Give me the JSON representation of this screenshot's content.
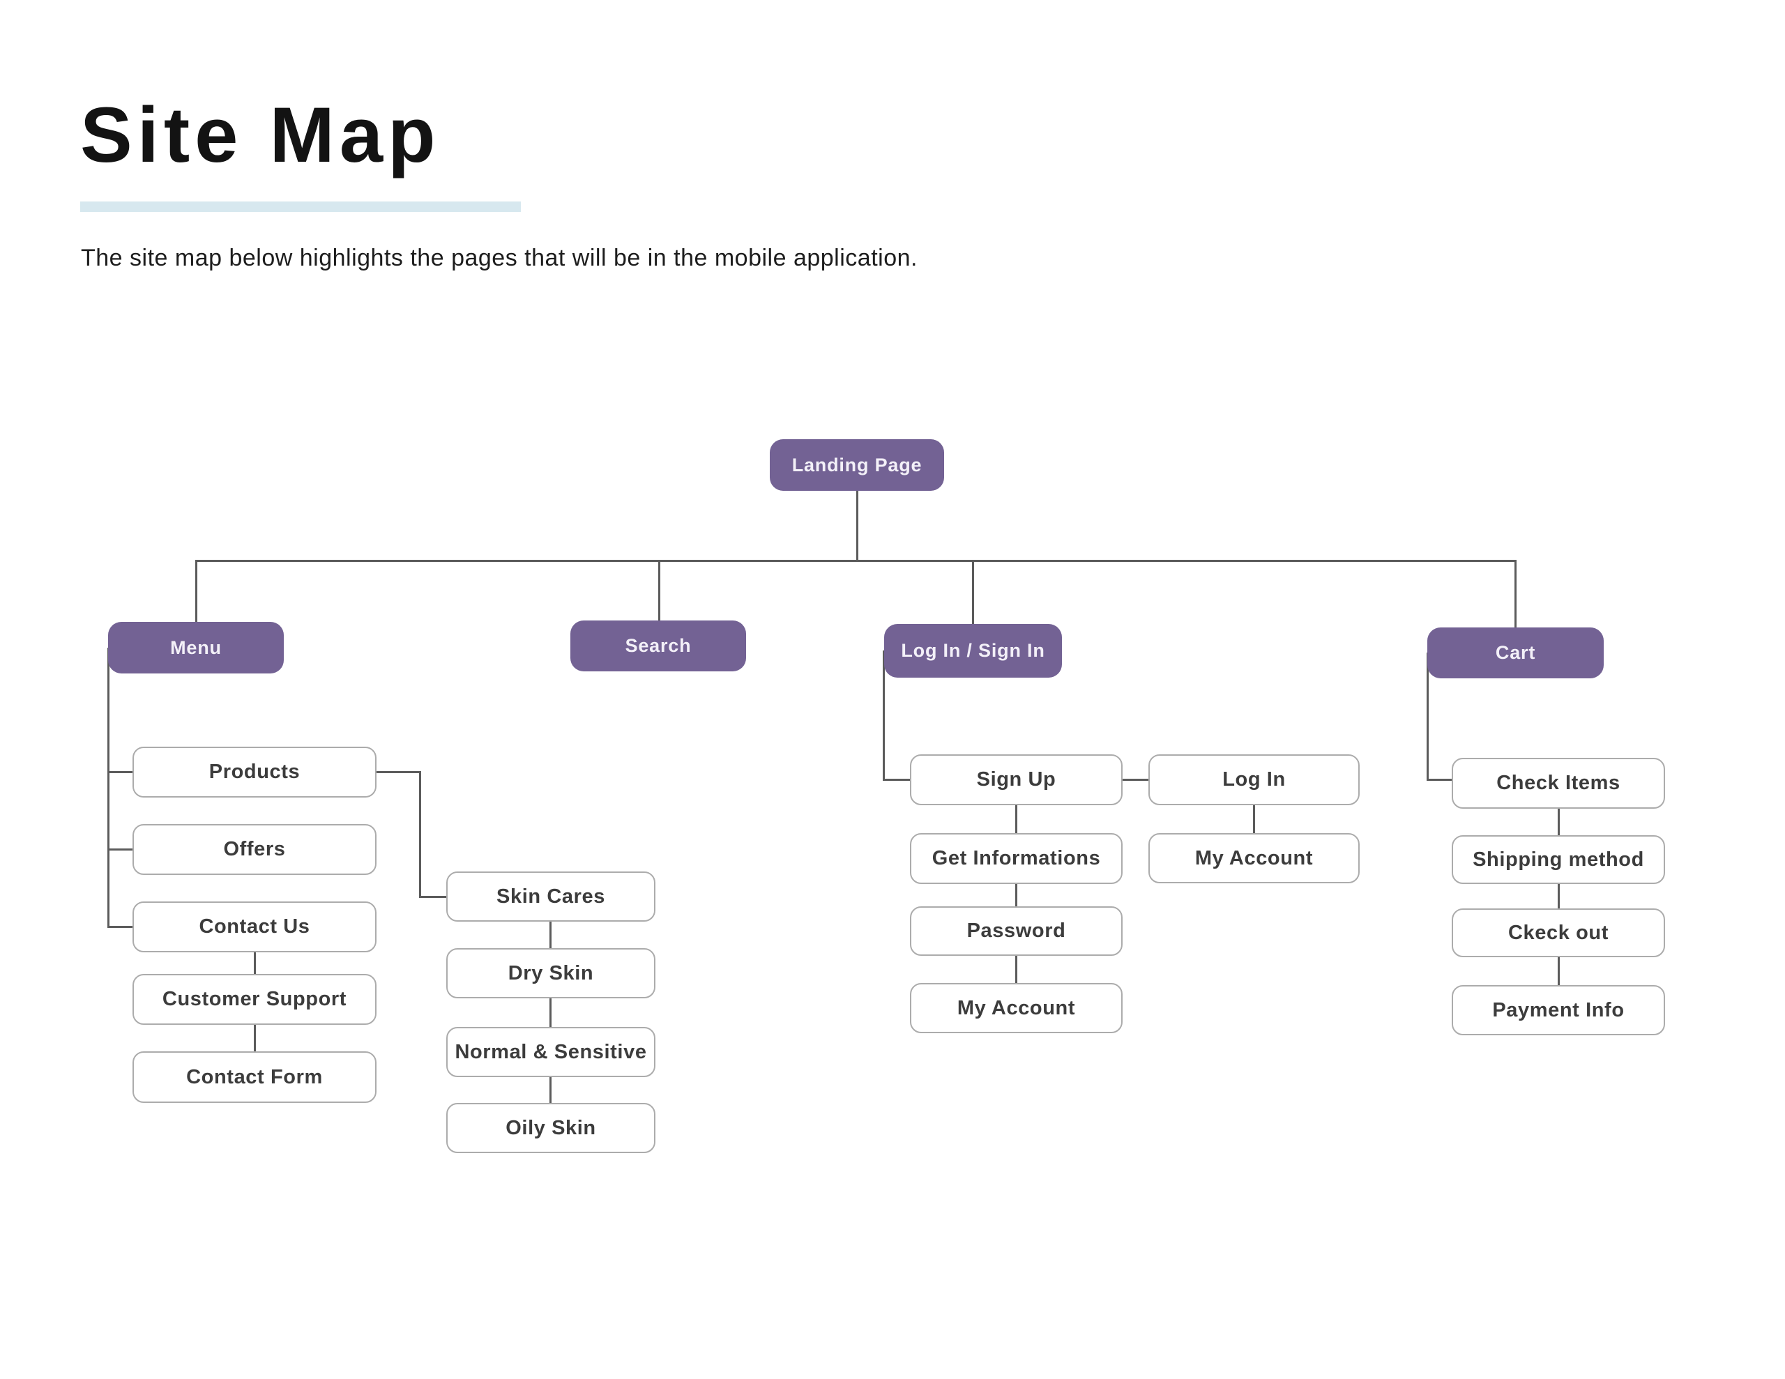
{
  "header": {
    "title": "Site Map",
    "subtitle": "The site map below highlights the pages that will be in the mobile application."
  },
  "colors": {
    "primary_node_fill": "#736294",
    "primary_node_text": "#f3f0f8",
    "child_node_border": "#acacac",
    "child_node_text": "#3c3c3c",
    "connector_line": "#5b5b5b",
    "title_underline": "#d7e8ef"
  },
  "nodes": {
    "landing_page": "Landing Page",
    "menu": "Menu",
    "search": "Search",
    "login_signin": "Log In / Sign In",
    "cart": "Cart",
    "products": "Products",
    "offers": "Offers",
    "contact_us": "Contact Us",
    "customer_support": "Customer Support",
    "contact_form": "Contact Form",
    "skin_cares": "Skin Cares",
    "dry_skin": "Dry Skin",
    "normal_sensitive": "Normal & Sensitive",
    "oily_skin": "Oily Skin",
    "sign_up": "Sign Up",
    "log_in": "Log In",
    "get_informations": "Get Informations",
    "password": "Password",
    "my_account_signup": "My Account",
    "my_account_login": "My Account",
    "check_items": "Check Items",
    "shipping_method": "Shipping method",
    "ckeck_out": "Ckeck out",
    "payment_info": "Payment Info"
  }
}
